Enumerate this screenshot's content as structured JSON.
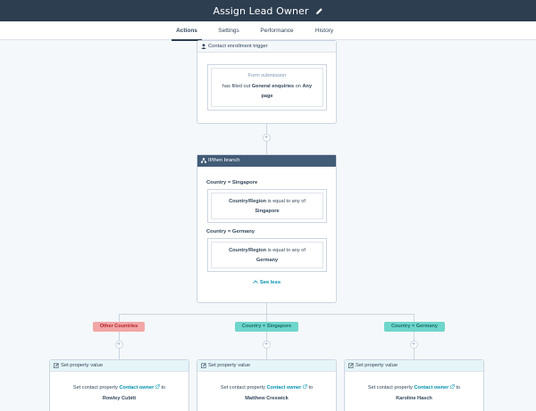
{
  "header": {
    "title": "Assign Lead Owner"
  },
  "tabs": [
    "Actions",
    "Settings",
    "Performance",
    "History"
  ],
  "trigger": {
    "header": "Contact enrollment trigger",
    "filter_title": "Form submission",
    "line1_pre": "has filled out ",
    "line1_form": "General enquiries",
    "line1_mid": " on ",
    "line1_any": "Any",
    "line2": "page"
  },
  "branch": {
    "header": "If/then branch",
    "branches": [
      {
        "label": "Country = Singapore",
        "prop": "Country/Region",
        "op": " is equal to any of",
        "value": "Singapore"
      },
      {
        "label": "Country = Germany",
        "prop": "Country/Region",
        "op": " is equal to any of",
        "value": "Germany"
      }
    ],
    "see_less": "See less"
  },
  "outcomes": [
    {
      "tag": "Other Countries",
      "color": "red",
      "card_header": "Set property value",
      "text_pre": "Set contact property ",
      "prop": "Contact owner",
      "text_post": " to",
      "value": "Rowley Cubitt"
    },
    {
      "tag": "Country = Singapore",
      "color": "teal",
      "card_header": "Set property value",
      "text_pre": "Set contact property ",
      "prop": "Contact owner",
      "text_post": " to",
      "value": "Matthew Creswick"
    },
    {
      "tag": "Country = Germany",
      "color": "teal",
      "card_header": "Set property value",
      "text_pre": "Set contact property ",
      "prop": "Contact owner",
      "text_post": " to",
      "value": "Karoline Hasch"
    }
  ],
  "plus_symbol": "+",
  "colors": {
    "header_bg": "#2d3e50",
    "branch_head": "#425b76",
    "action_head": "#e5f5f8",
    "link": "#0091ae",
    "tag_red": "#f2a6a6",
    "tag_teal": "#6fd6cc"
  }
}
